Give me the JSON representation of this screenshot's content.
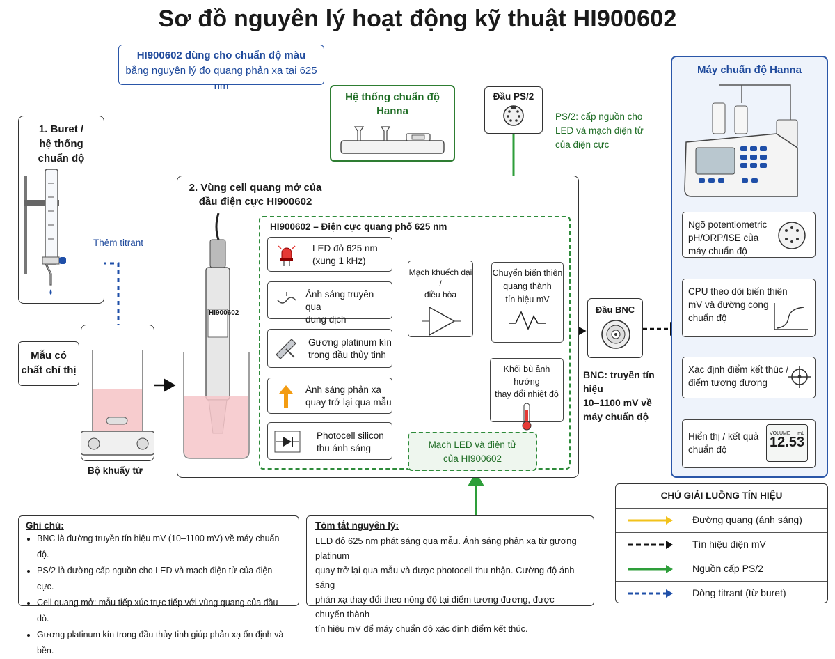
{
  "title": "Sơ đồ nguyên lý hoạt động kỹ thuật HI900602",
  "intro_note": {
    "line1": "HI900602 dùng cho chuẩn độ màu",
    "line2": "bằng nguyên lý đo quang phản xạ tại 625 nm"
  },
  "hanna_system": {
    "line1": "Hệ thống chuẩn độ",
    "line2": "Hanna"
  },
  "ps2": {
    "label": "Đầu PS/2",
    "note_l1": "PS/2: cấp nguồn cho",
    "note_l2": "LED và mạch điện tử",
    "note_l3": "của điện cực"
  },
  "buret": {
    "line1": "1. Buret /",
    "line2": "hệ thống",
    "line3": "chuẩn độ",
    "titrant": "Thêm titrant"
  },
  "sample": {
    "line1": "Mẫu có",
    "line2": "chất chỉ thị",
    "stirrer": "Bộ khuấy từ"
  },
  "zone2": {
    "line1": "2. Vùng cell quang mở của",
    "line2": "đầu điện cực HI900602",
    "probe_label": "HI900602"
  },
  "electrode": {
    "title": "HI900602 – Điện cực quang phổ 625 nm",
    "steps": [
      {
        "l1": "LED đỏ 625 nm",
        "l2": "(xung 1 kHz)"
      },
      {
        "l1": "Ánh sáng truyền qua",
        "l2": "dung dịch"
      },
      {
        "l1": "Gương platinum kín",
        "l2": "trong đầu thủy tinh"
      },
      {
        "l1": "Ánh sáng phản xạ",
        "l2": "quay trở lại qua mẫu"
      },
      {
        "l1": "Photocell silicon",
        "l2": "thu ánh sáng"
      }
    ],
    "amp_l1": "Mạch khuếch đại /",
    "amp_l2": "điều hòa",
    "conv_l1": "Chuyển biến thiên",
    "conv_l2": "quang thành",
    "conv_l3": "tín hiệu mV",
    "temp_l1": "Khối bù ảnh hưởng",
    "temp_l2": "thay đổi nhiệt độ",
    "led_l1": "Mạch LED và điện tử",
    "led_l2": "của HI900602"
  },
  "bnc": {
    "label": "Đầu BNC",
    "note_l1": "BNC: truyền tín hiệu",
    "note_l2": "10–1100 mV về",
    "note_l3": "máy chuẩn độ"
  },
  "titrator": {
    "title": "Máy chuẩn độ Hanna",
    "input_l1": "Ngõ potentiometric",
    "input_l2": "pH/ORP/ISE của",
    "input_l3": "máy chuẩn độ",
    "cpu_l1": "CPU theo dõi biến thiên",
    "cpu_l2": "mV và đường cong",
    "cpu_l3": "chuẩn độ",
    "end_l1": "Xác định điểm kết thúc /",
    "end_l2": "điểm tương đương",
    "disp_l1": "Hiển thị / kết quả",
    "disp_l2": "chuẩn độ",
    "disp_volume": "VOLUME",
    "disp_unit": "mL",
    "disp_value": "12.53"
  },
  "legend": {
    "title": "CHÚ GIẢI LUỒNG TÍN HIỆU",
    "items": [
      "Đường quang (ánh sáng)",
      "Tín hiệu điện mV",
      "Nguồn cấp  PS/2",
      "Dòng titrant (từ buret)"
    ]
  },
  "notes": {
    "title": "Ghi chú:",
    "items": [
      "BNC là đường truyền tín hiệu mV (10–1100 mV) về máy chuẩn độ.",
      "PS/2 là đường cấp nguồn cho LED và mạch điện tử của điện cực.",
      "Cell quang mở: mẫu tiếp xúc trực tiếp với vùng quang của đầu dò.",
      "Gương platinum kín trong đầu thủy tinh giúp phản xạ ổn định và bền."
    ]
  },
  "summary": {
    "title": "Tóm tắt nguyên lý:",
    "l1": "LED đỏ 625 nm phát sáng qua mẫu. Ánh sáng phản xạ từ gương platinum",
    "l2": "quay trở lại qua mẫu và được photocell thu nhận. Cường độ ánh sáng",
    "l3": "phản xạ thay đổi theo nồng độ tại điểm tương đương, được chuyển thành",
    "l4": "tín hiệu mV để máy chuẩn độ xác định điểm kết thúc."
  },
  "colors": {
    "light": "#f2c21b",
    "electric": "#111111",
    "power": "#2e9e3a",
    "titrant": "#1f4fa8"
  }
}
